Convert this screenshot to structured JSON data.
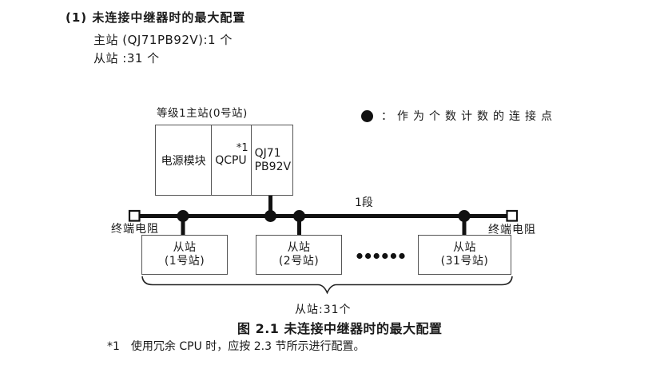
{
  "header": {
    "heading": "(1) 未连接中继器时的最大配置",
    "master_line": "主站 (QJ71PB92V):1 个",
    "slave_line": "从站 :31 个"
  },
  "diagram": {
    "master_label": "等级1主站(0号站)",
    "master_unit": {
      "power_module": "电源模块",
      "cpu": "QCPU",
      "cpu_note": "*1",
      "pb_module_line1": "QJ71",
      "pb_module_line2": "PB92V"
    },
    "legend": {
      "colon": "：",
      "label": "作为个数计数的连接点"
    },
    "segment_label": "1段",
    "terminator_left": "终端电阻",
    "terminator_right": "终端电阻",
    "slaves": [
      {
        "line1": "从站",
        "line2": "(1号站)"
      },
      {
        "line1": "从站",
        "line2": "(2号站)"
      },
      {
        "line1": "从站",
        "line2": "(31号站)"
      }
    ],
    "brace_label": "从站:31个"
  },
  "caption": "图 2.1 未连接中继器时的最大配置",
  "footnote": {
    "marker": "*1",
    "text": "使用冗余 CPU 时，应按 2.3 节所示进行配置。"
  },
  "colors": {
    "bus_line": "#111111",
    "box_border": "#555555",
    "text": "#1a1a1a",
    "background": "#ffffff"
  }
}
